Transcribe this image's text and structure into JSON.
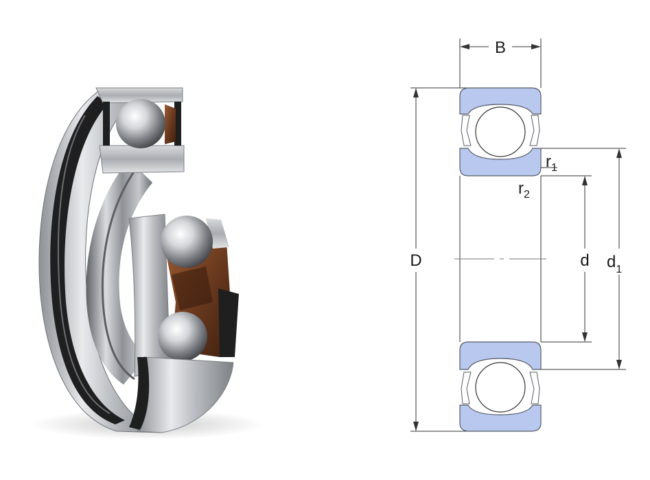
{
  "diagram": {
    "labels": {
      "B": "B",
      "D": "D",
      "d": "d",
      "d1": {
        "main": "d",
        "sub": "1"
      },
      "r1": {
        "main": "r",
        "sub": "1"
      },
      "r2": {
        "main": "r",
        "sub": "2"
      }
    },
    "colors": {
      "ring_fill": "#b9c8ef",
      "ring_stroke": "#555b66",
      "line": "#333333",
      "photo_steel": "#c9ccd0",
      "photo_seal": "#2a2a2a",
      "photo_cage": "#6b3a1f"
    }
  }
}
